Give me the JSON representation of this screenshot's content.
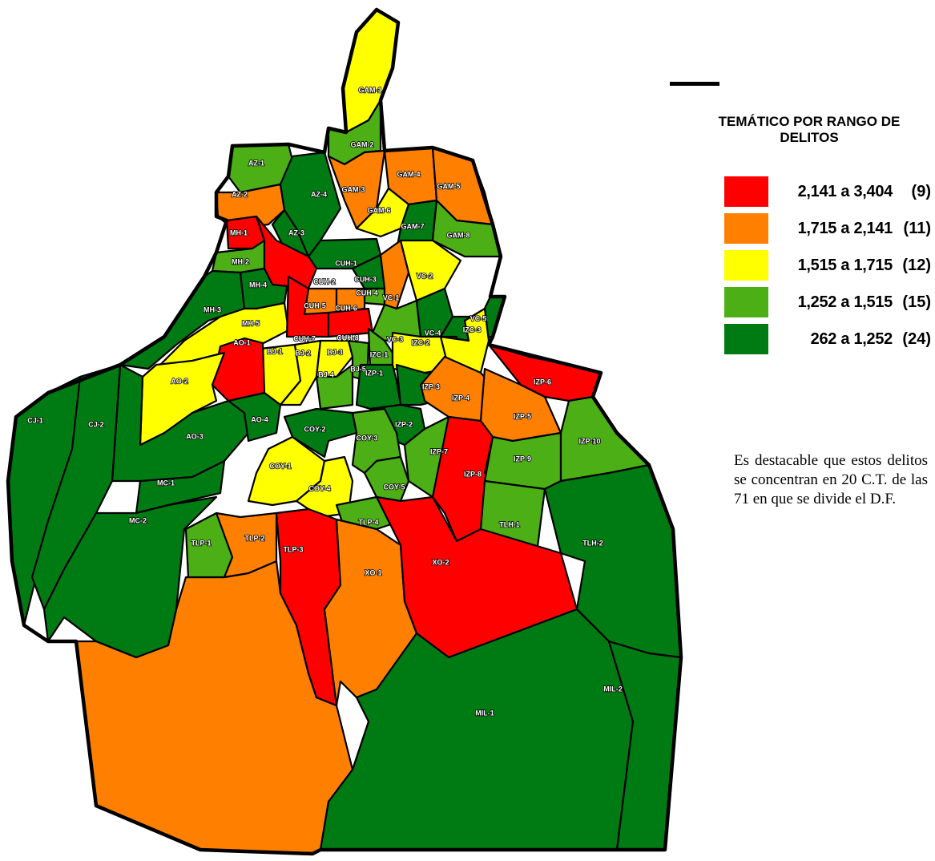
{
  "legend": {
    "title": "TEMÁTICO POR RANGO DE DELITOS",
    "items": [
      {
        "range": "2,141 a 3,404",
        "count": "(9)",
        "color": "#ff0000"
      },
      {
        "range": "1,715 a 2,141",
        "count": "(11)",
        "color": "#ff8000"
      },
      {
        "range": "1,515 a 1,715",
        "count": "(12)",
        "color": "#ffff00"
      },
      {
        "range": "1,252 a 1,515",
        "count": "(15)",
        "color": "#4caf16"
      },
      {
        "range": "262 a 1,252",
        "count": "(24)",
        "color": "#007a12"
      }
    ]
  },
  "note": "Es destacable que estos delitos se concentran en 20 C.T. de las 71 en que se divide el D.F.",
  "map": {
    "border_color": "#000000",
    "regions": [
      {
        "label": "GAM-1"
      },
      {
        "label": "GAM-2"
      },
      {
        "label": "GAM-3"
      },
      {
        "label": "GAM-4"
      },
      {
        "label": "GAM-5"
      },
      {
        "label": "GAM-6"
      },
      {
        "label": "GAM-7"
      },
      {
        "label": "GAM-8"
      },
      {
        "label": "AZ-1"
      },
      {
        "label": "AZ-2"
      },
      {
        "label": "AZ-3"
      },
      {
        "label": "AZ-4"
      },
      {
        "label": "MH-1"
      },
      {
        "label": "MH-2"
      },
      {
        "label": "MH-3"
      },
      {
        "label": "MH-4"
      },
      {
        "label": "MH-5"
      },
      {
        "label": "CUH-1"
      },
      {
        "label": "CUH-2"
      },
      {
        "label": "CUH-3"
      },
      {
        "label": "CUH-4"
      },
      {
        "label": "CUH-5"
      },
      {
        "label": "CUH-6"
      },
      {
        "label": "CUH-7"
      },
      {
        "label": "CUH-8"
      },
      {
        "label": "VC-1"
      },
      {
        "label": "VC-2"
      },
      {
        "label": "VC-3"
      },
      {
        "label": "VC-4"
      },
      {
        "label": "VC-5"
      },
      {
        "label": "IZC-1"
      },
      {
        "label": "IZC-2"
      },
      {
        "label": "IZC-3"
      },
      {
        "label": "BJ-1"
      },
      {
        "label": "BJ-2"
      },
      {
        "label": "BJ-3"
      },
      {
        "label": "BJ-4"
      },
      {
        "label": "BJ-5"
      },
      {
        "label": "AO-1"
      },
      {
        "label": "AO-2"
      },
      {
        "label": "AO-3"
      },
      {
        "label": "AO-4"
      },
      {
        "label": "CJ-1"
      },
      {
        "label": "CJ-2"
      },
      {
        "label": "IZP-1"
      },
      {
        "label": "IZP-2"
      },
      {
        "label": "IZP-3"
      },
      {
        "label": "IZP-4"
      },
      {
        "label": "IZP-5"
      },
      {
        "label": "IZP-6"
      },
      {
        "label": "IZP-7"
      },
      {
        "label": "IZP-8"
      },
      {
        "label": "IZP-9"
      },
      {
        "label": "IZP-10"
      },
      {
        "label": "COY-1"
      },
      {
        "label": "COY-2"
      },
      {
        "label": "COY-3"
      },
      {
        "label": "COY-4"
      },
      {
        "label": "COY-5"
      },
      {
        "label": "MC-1"
      },
      {
        "label": "MC-2"
      },
      {
        "label": "TLP-1"
      },
      {
        "label": "TLP-2"
      },
      {
        "label": "TLP-3"
      },
      {
        "label": "TLP-4"
      },
      {
        "label": "TLH-1"
      },
      {
        "label": "TLH-2"
      },
      {
        "label": "XO-1"
      },
      {
        "label": "XO-2"
      },
      {
        "label": "MIL-1"
      },
      {
        "label": "MIL-2"
      }
    ]
  }
}
